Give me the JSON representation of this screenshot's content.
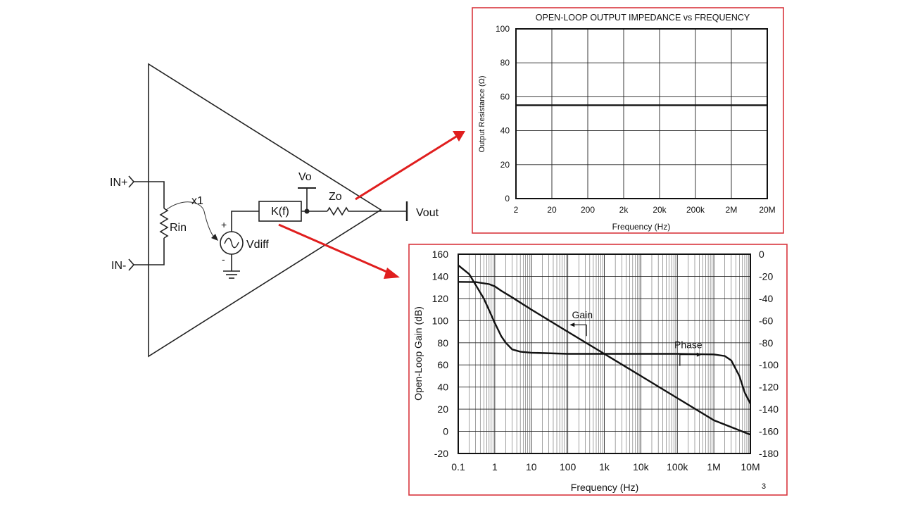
{
  "schematic": {
    "input_pos": "IN+",
    "input_neg": "IN-",
    "resistor_in": "Rin",
    "buffer_gain": "x1",
    "source": "Vdiff",
    "plus_sign": "+",
    "minus_sign": "-",
    "gain_block": "K(f)",
    "node_vo": "Vo",
    "output_impedance": "Zo",
    "output": "Vout"
  },
  "chart_data": [
    {
      "type": "line",
      "title": "OPEN-LOOP OUTPUT IMPEDANCE vs FREQUENCY",
      "xlabel": "Frequency (Hz)",
      "ylabel": "Output Resistance (Ω)",
      "x_scale": "log",
      "xlim": [
        2,
        20000000
      ],
      "ylim": [
        0,
        100
      ],
      "x_ticks": [
        2,
        20,
        200,
        2000,
        20000,
        200000,
        2000000,
        20000000
      ],
      "x_tick_labels": [
        "2",
        "20",
        "200",
        "2k",
        "20k",
        "200k",
        "2M",
        "20M"
      ],
      "y_ticks": [
        0,
        20,
        40,
        60,
        80,
        100
      ],
      "y_tick_labels": [
        "0",
        "20",
        "40",
        "60",
        "80",
        "100"
      ],
      "grid": true,
      "series": [
        {
          "x": [
            2,
            20000000
          ],
          "y": [
            55,
            55
          ]
        }
      ]
    },
    {
      "type": "line",
      "xlabel": "Frequency (Hz)",
      "ylabel": "Open-Loop Gain (dB)",
      "x_scale": "log",
      "xlim": [
        0.1,
        10000000
      ],
      "ylim": [
        -20,
        160
      ],
      "y2lim": [
        -180,
        0
      ],
      "x_ticks": [
        0.1,
        1,
        10,
        100,
        1000,
        10000,
        100000,
        1000000,
        10000000
      ],
      "x_tick_labels": [
        "0.1",
        "1",
        "10",
        "100",
        "1k",
        "10k",
        "100k",
        "1M",
        "10M"
      ],
      "y_ticks": [
        -20,
        0,
        20,
        40,
        60,
        80,
        100,
        120,
        140,
        160
      ],
      "y_tick_labels": [
        "-20",
        "0",
        "20",
        "40",
        "60",
        "80",
        "100",
        "120",
        "140",
        "160"
      ],
      "y2_ticks": [
        0,
        -20,
        -40,
        -60,
        -80,
        -100,
        -120,
        -140,
        -160,
        -180
      ],
      "y2_tick_labels": [
        "0",
        "-20",
        "-40",
        "-60",
        "-80",
        "-100",
        "-120",
        "-140",
        "-160",
        "-180"
      ],
      "grid": true,
      "page_number": "3",
      "series": [
        {
          "name": "Gain",
          "axis": "left",
          "x": [
            0.1,
            0.3,
            0.7,
            1,
            1.5,
            3,
            10,
            100,
            1000,
            10000,
            100000,
            1000000,
            10000000
          ],
          "y": [
            135,
            134.8,
            133,
            131,
            127,
            121,
            110,
            90,
            70,
            50,
            30,
            10,
            -3
          ]
        },
        {
          "name": "Phase",
          "axis": "right",
          "x": [
            0.1,
            0.2,
            0.5,
            1,
            1.5,
            2,
            3,
            5,
            10,
            100,
            1000,
            10000,
            100000,
            1000000,
            2000000,
            3000000,
            5000000,
            7000000,
            10000000
          ],
          "y": [
            -10,
            -18,
            -40,
            -62,
            -74,
            -80,
            -86,
            -88,
            -89,
            -90,
            -90,
            -90,
            -90,
            -90.5,
            -92,
            -96,
            -110,
            -125,
            -135
          ]
        }
      ],
      "annotations": [
        {
          "text": "Gain",
          "x": 250,
          "y": 102,
          "pointer": "left"
        },
        {
          "text": "Phase",
          "x": 200000,
          "y": -85,
          "pointer": "right"
        }
      ]
    }
  ]
}
